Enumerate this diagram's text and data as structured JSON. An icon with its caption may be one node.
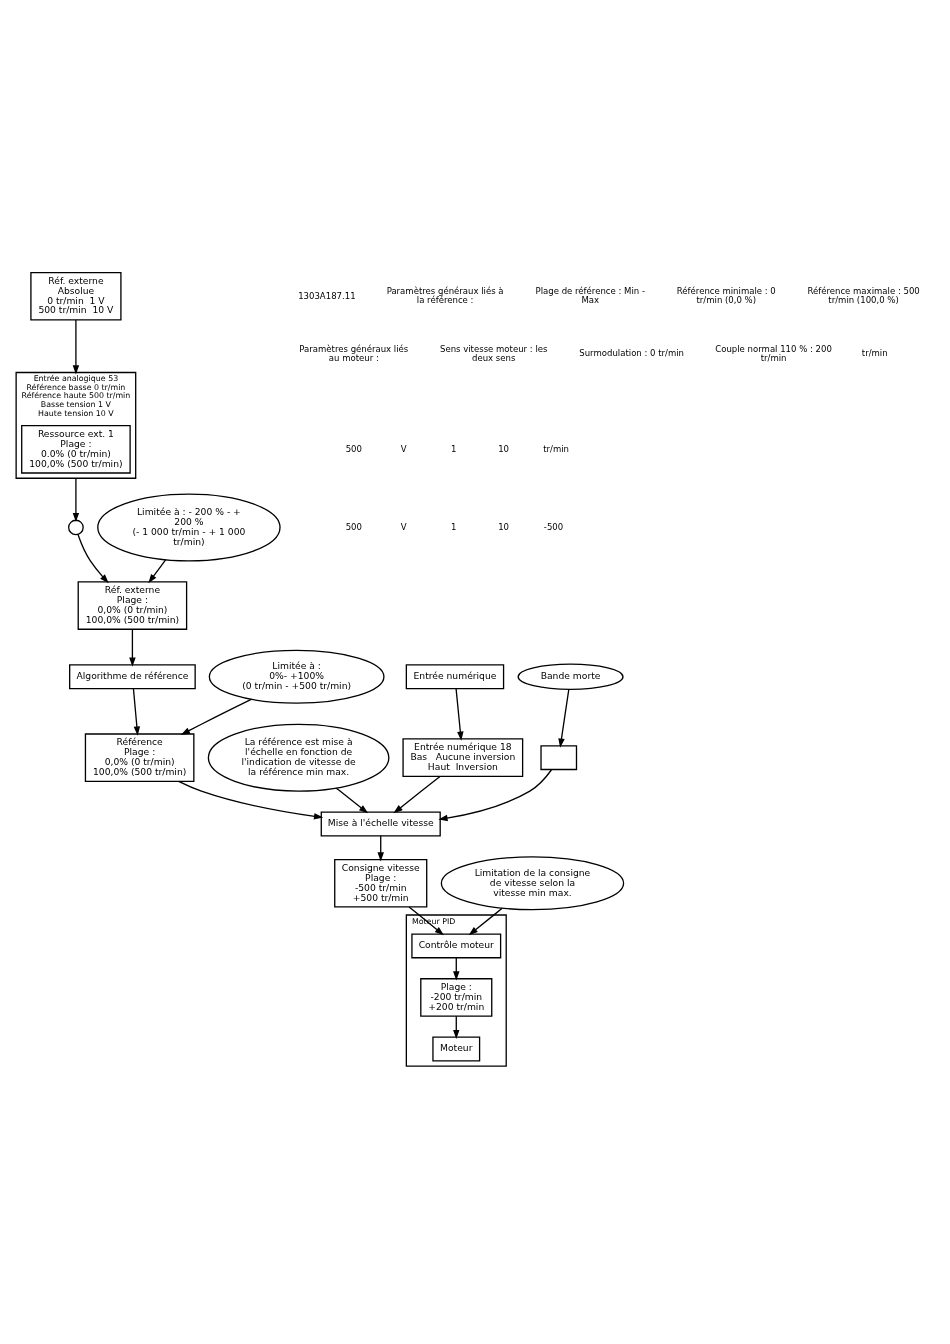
{
  "diagram": {
    "nodes": [
      {
        "text": [
          "Réf. externe",
          "Absolue",
          "0 tr/min  1 V",
          "500 tr/min  10 V"
        ]
      },
      {
        "text": [
          "Entrée numérique"
        ]
      },
      {
        "text": [
          "Entrée analogique 53",
          "Référence basse 0 tr/min",
          "Référence haute 500 tr/min",
          "Basse tension 1 V",
          "Haute tension 10 V"
        ]
      },
      {
        "text": [
          "Ressource ext. 1",
          "Plage :",
          "0.0% (0 tr/min)",
          "100,0% (500 tr/min)"
        ],
        "in": 2
      },
      {
        "text": [],
        "shape": "circle"
      },
      {
        "text": [
          "Réf. externe",
          "Plage :",
          "0,0% (0 tr/min)",
          "100,0% (500 tr/min)"
        ]
      },
      {
        "text": [
          "Limitée à : - 200 % - + 200 %",
          "(- 1 000 tr/min - + 1 000 tr/min)"
        ]
      },
      {
        "text": [
          "Algorithme de référence"
        ]
      },
      {
        "text": [
          "Limitée à :",
          "0%- +100%",
          "(0 tr/min - +500 tr/min)"
        ]
      },
      {
        "text": [
          "Référence",
          "Plage :",
          "0,0% (0 tr/min)",
          "100,0% (500 tr/min)"
        ]
      },
      {
        "text": [
          "La référence est mise à l'échelle en fonction de l'indication de vitesse de la référence min max."
        ]
      },
      {
        "text": [
          "Mise à l'échelle vitesse"
        ]
      },
      {
        "text": [
          "Entrée numérique 18",
          "Bas   Aucune inversion",
          "Haut  Inversion"
        ]
      },
      {
        "text": [
          "Consigne vitesse",
          "Plage :",
          "-500 tr/min",
          "+500 tr/min"
        ]
      },
      {
        "text": [
          "Bande morte"
        ]
      },
      {
        "text": [],
        "shape": "box"
      },
      {
        "text": [
          "Limitation de la consigne de vitesse selon la vitesse min max."
        ]
      },
      {
        "text": [
          "Moteur PID"
        ]
      },
      {
        "text": [
          "Contrôle moteur"
        ],
        "in": 17
      },
      {
        "text": [
          "Plage :",
          "-200 tr/min",
          "+200 tr/min"
        ],
        "in": 17
      },
      {
        "text": [
          "Moteur"
        ],
        "in": 17
      }
    ],
    "edges": [
      {
        "from": 0,
        "to": 2,
        "arrow": "to"
      },
      {
        "from": 1,
        "to": 12,
        "arrow": "to"
      },
      {
        "from": 2,
        "to": 4,
        "arrow": "to"
      },
      {
        "from": 4,
        "to": 5,
        "arrow": "to"
      },
      {
        "from": 6,
        "to": 5,
        "arrow": "to"
      },
      {
        "from": 5,
        "to": 7,
        "arrow": "to"
      },
      {
        "from": 7,
        "to": 9,
        "arrow": "to"
      },
      {
        "from": 8,
        "to": 9,
        "arrow": "to"
      },
      {
        "from": 9,
        "to": 11,
        "arrow": "to"
      },
      {
        "from": 10,
        "to": 11,
        "arrow": "to"
      },
      {
        "from": 12,
        "to": 11,
        "arrow": "to"
      },
      {
        "from": 15,
        "to": 11,
        "arrow": "to"
      },
      {
        "from": 14,
        "to": 15,
        "arrow": "to"
      },
      {
        "from": 11,
        "to": 13,
        "arrow": "to"
      },
      {
        "from": 13,
        "to": 18,
        "arrow": "to"
      },
      {
        "from": 16,
        "to": 18,
        "arrow": "to"
      },
      {
        "from": 18,
        "to": 19,
        "arrow": "to"
      },
      {
        "from": 19,
        "to": 20,
        "arrow": "to"
      }
    ],
    "labels": [
      "1303A187.11",
      "Paramètres généraux liés à la référence :",
      "Plage de référence : Min - Max",
      "Référence minimale : 0 tr/min (0,0 %)",
      "Référence maximale : 500 tr/min (100,0 %)",
      "Paramètres généraux liés au moteur :",
      "Sens vitesse moteur : les deux sens",
      "Surmodulation : 0 tr/min",
      "Couple normal 110 % : 200 tr/min",
      "tr/min",
      "500",
      "V",
      "1",
      "10",
      "tr/min",
      "500",
      "V",
      "1",
      "10",
      "-500"
    ]
  }
}
